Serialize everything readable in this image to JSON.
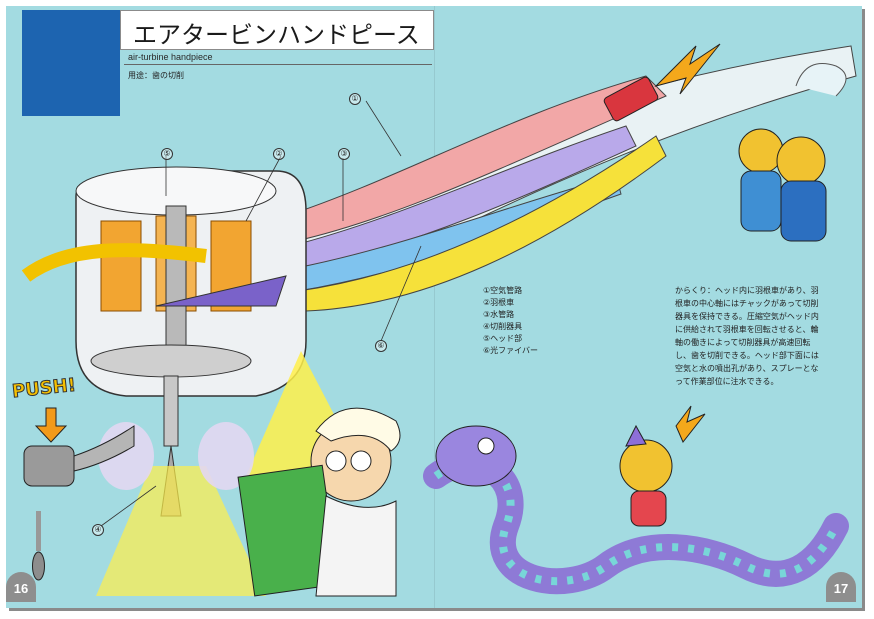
{
  "header": {
    "title_jp": "エアタービンハンドピース",
    "title_en": "air-turbine handpiece",
    "usage": "用途：歯の切削"
  },
  "parts": [
    "①空気管路",
    "②羽根車",
    "③水管路",
    "④切削器具",
    "⑤ヘッド部",
    "⑥光ファイバー"
  ],
  "callouts": [
    "①",
    "②",
    "③",
    "④",
    "⑤",
    "⑥"
  ],
  "explanation": "からくり：ヘッド内に羽根車があり、羽根車の中心軸にはチャックがあって切削器具を保持できる。圧縮空気がヘッド内に供給されて羽根車を回転させると、輪軸の働きによって切削器具が高速回転し、歯を切削できる。ヘッド部下面には空気と水の噴出孔があり、スプレーとなって作業部位に注水できる。",
  "push_label": "PUSH!",
  "page_left": "16",
  "page_right": "17",
  "colors": {
    "page_bg": "#a3dbe1",
    "header_blue": "#1d64b0",
    "air_red": "#e66a6a",
    "water_blue": "#4aa6e0",
    "impeller_orange": "#f2a531",
    "fiber_yellow": "#f6e13a",
    "arrow_violet": "#7a62c9"
  }
}
